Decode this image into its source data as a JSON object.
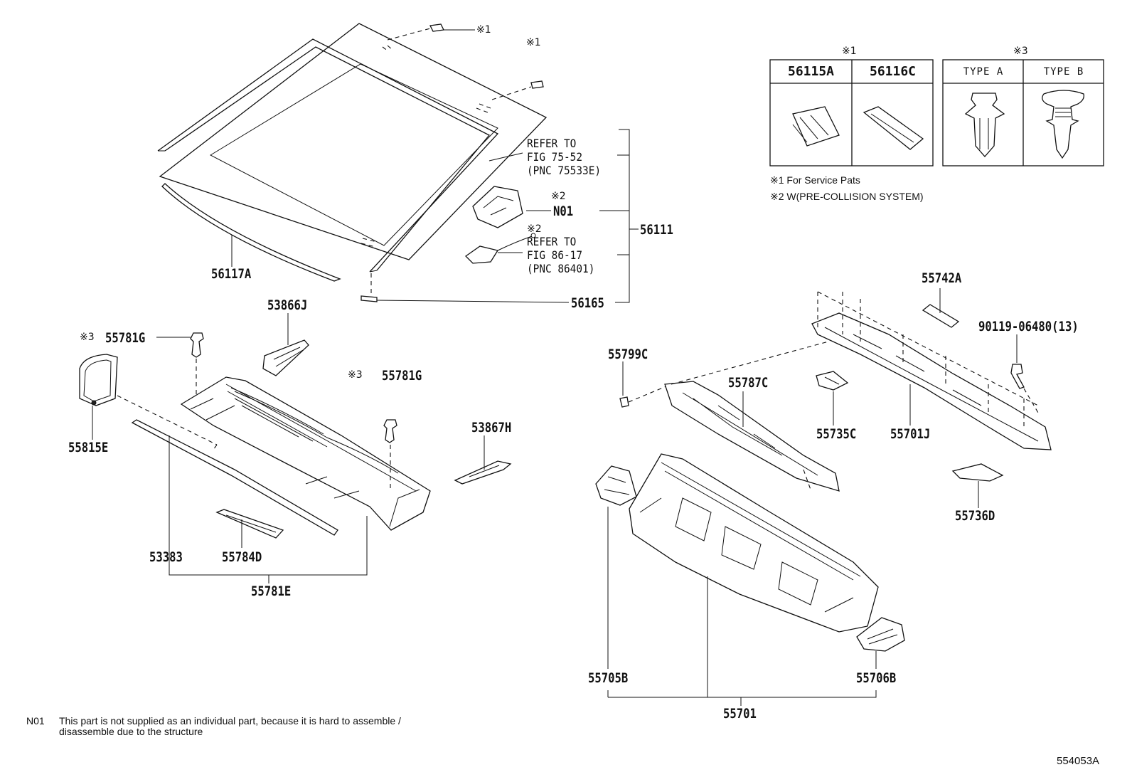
{
  "labels": {
    "p56117A": "56117A",
    "p56111": "56111",
    "p56165": "56165",
    "p53866J": "53866J",
    "p55781G_left": "55781G",
    "p55781G_right": "55781G",
    "p55815E": "55815E",
    "p53383": "53383",
    "p55784D": "55784D",
    "p55781E": "55781E",
    "p53867H": "53867H",
    "p55742A": "55742A",
    "p90119": "90119-06480(13)",
    "p55799C": "55799C",
    "p55787C": "55787C",
    "p55735C": "55735C",
    "p55701J": "55701J",
    "p55736D": "55736D",
    "p55705B": "55705B",
    "p55706B": "55706B",
    "p55701": "55701",
    "n01": "N01"
  },
  "refs": {
    "ref1_line1": "REFER TO",
    "ref1_line2": "FIG 75-52",
    "ref1_line3": "(PNC 75533E)",
    "ref2_line1": "REFER TO",
    "ref2_line2": "FIG 86-17",
    "ref2_line3": "(PNC 86401)"
  },
  "marks": {
    "m1_a": "※1",
    "m1_b": "※1",
    "m2_a": "※2",
    "m2_b": "※2",
    "m3_a": "※3",
    "m3_b": "※3",
    "tbl1_mark": "※1",
    "tbl3_mark": "※3"
  },
  "table_service": {
    "col1": "56115A",
    "col2": "56116C"
  },
  "table_type": {
    "col1": "TYPE A",
    "col2": "TYPE B"
  },
  "legend": {
    "line1": "※1 For Service Pats",
    "line2": "※2 W(PRE-COLLISION SYSTEM)"
  },
  "footnote": {
    "code": "N01",
    "line1": "This part is not supplied as an individual part, because it is hard to assemble /",
    "line2": "disassemble due to the structure"
  },
  "figure_id": "554053A"
}
